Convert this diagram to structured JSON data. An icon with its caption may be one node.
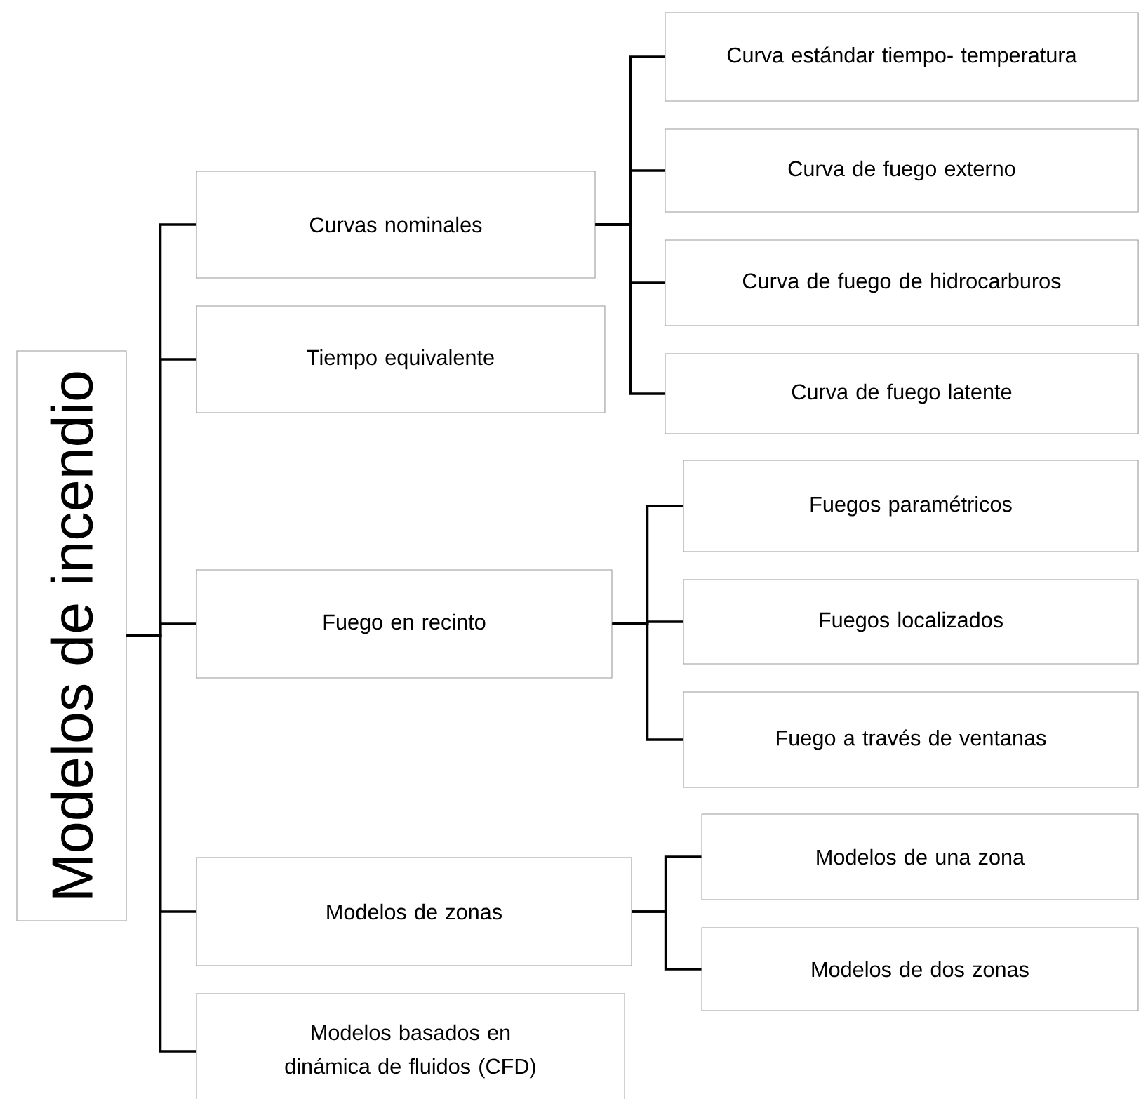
{
  "diagram": {
    "nodes": [
      {
        "text": [
          "Modelos de incendio"
        ]
      },
      {
        "text": [
          "Curvas nominales"
        ]
      },
      {
        "text": [
          "Curva estándar tiempo- temperatura"
        ]
      },
      {
        "text": [
          "Curva de fuego externo"
        ]
      },
      {
        "text": [
          "Curva de fuego de hidrocarburos"
        ]
      },
      {
        "text": [
          "Curva de fuego latente"
        ]
      },
      {
        "text": [
          "Tiempo equivalente"
        ]
      },
      {
        "text": [
          "Fuego en recinto"
        ]
      },
      {
        "text": [
          "Fuegos paramétricos"
        ]
      },
      {
        "text": [
          "Fuegos localizados"
        ]
      },
      {
        "text": [
          "Fuego a través de ventanas"
        ]
      },
      {
        "text": [
          "Modelos de zonas"
        ]
      },
      {
        "text": [
          "Modelos de una zona"
        ]
      },
      {
        "text": [
          "Modelos de dos zonas"
        ]
      },
      {
        "text": [
          "Modelos basados en dinámica de fluidos (CFD)"
        ]
      }
    ],
    "edges": [
      {
        "from": 0,
        "to": 1,
        "arrow": "none"
      },
      {
        "from": 0,
        "to": 6,
        "arrow": "none"
      },
      {
        "from": 0,
        "to": 7,
        "arrow": "none"
      },
      {
        "from": 0,
        "to": 11,
        "arrow": "none"
      },
      {
        "from": 0,
        "to": 14,
        "arrow": "none"
      },
      {
        "from": 1,
        "to": 2,
        "arrow": "none"
      },
      {
        "from": 1,
        "to": 3,
        "arrow": "none"
      },
      {
        "from": 1,
        "to": 4,
        "arrow": "none"
      },
      {
        "from": 1,
        "to": 5,
        "arrow": "none"
      },
      {
        "from": 7,
        "to": 8,
        "arrow": "none"
      },
      {
        "from": 7,
        "to": 9,
        "arrow": "none"
      },
      {
        "from": 7,
        "to": 10,
        "arrow": "none"
      },
      {
        "from": 11,
        "to": 12,
        "arrow": "none"
      },
      {
        "from": 11,
        "to": 13,
        "arrow": "none"
      }
    ]
  }
}
